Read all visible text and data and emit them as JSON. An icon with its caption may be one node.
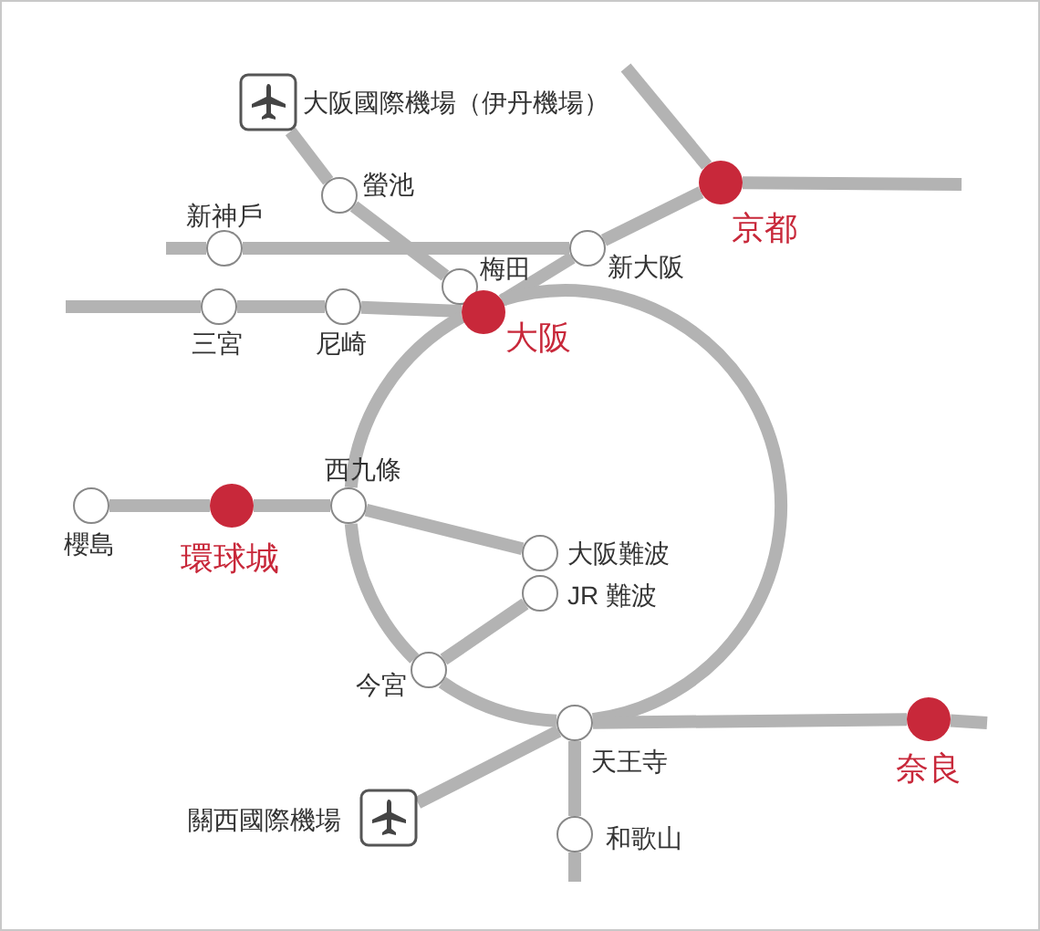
{
  "diagram": {
    "nodes": [
      {
        "text": [
          "大阪國際機場（伊丹機場）"
        ]
      },
      {
        "text": [
          "螢池"
        ]
      },
      {
        "text": [
          "新神戶"
        ]
      },
      {
        "text": [
          "新大阪"
        ]
      },
      {
        "text": [
          "京都"
        ]
      },
      {
        "text": [
          "梅田"
        ]
      },
      {
        "text": [
          "三宮"
        ]
      },
      {
        "text": [
          "尼崎"
        ]
      },
      {
        "text": [
          "大阪"
        ]
      },
      {
        "text": [
          "西九條"
        ]
      },
      {
        "text": [
          "櫻島"
        ]
      },
      {
        "text": [
          "環球城"
        ]
      },
      {
        "text": [
          "大阪難波"
        ]
      },
      {
        "text": [
          "JR 難波"
        ]
      },
      {
        "text": [
          "今宮"
        ]
      },
      {
        "text": [
          "天王寺"
        ]
      },
      {
        "text": [
          "奈良"
        ]
      },
      {
        "text": [
          "關西國際機場"
        ]
      },
      {
        "text": [
          "和歌山"
        ]
      }
    ],
    "edges": [
      {
        "from": 0,
        "to": 1,
        "arrow": "none"
      },
      {
        "from": 1,
        "to": 5,
        "arrow": "none"
      },
      {
        "from": null,
        "to": 2,
        "arrow": "none"
      },
      {
        "from": 2,
        "to": 3,
        "arrow": "none"
      },
      {
        "from": 3,
        "to": 4,
        "arrow": "none"
      },
      {
        "from": 4,
        "to": null,
        "arrow": "none"
      },
      {
        "from": 4,
        "to": null,
        "arrow": "none"
      },
      {
        "from": 8,
        "to": 3,
        "arrow": "none"
      },
      {
        "from": null,
        "to": 6,
        "arrow": "none"
      },
      {
        "from": 6,
        "to": 7,
        "arrow": "none"
      },
      {
        "from": 7,
        "to": 8,
        "arrow": "none"
      },
      {
        "from": 8,
        "to": 9,
        "arrow": "none"
      },
      {
        "from": 9,
        "to": 14,
        "arrow": "none"
      },
      {
        "from": 14,
        "to": 15,
        "arrow": "none"
      },
      {
        "from": 15,
        "to": 8,
        "arrow": "none"
      },
      {
        "from": 10,
        "to": 11,
        "arrow": "none"
      },
      {
        "from": 11,
        "to": 9,
        "arrow": "none"
      },
      {
        "from": 9,
        "to": 12,
        "arrow": "none"
      },
      {
        "from": 13,
        "to": 14,
        "arrow": "none"
      },
      {
        "from": 15,
        "to": 16,
        "arrow": "none"
      },
      {
        "from": 16,
        "to": null,
        "arrow": "none"
      },
      {
        "from": 15,
        "to": 17,
        "arrow": "none"
      },
      {
        "from": 15,
        "to": 18,
        "arrow": "none"
      },
      {
        "from": 18,
        "to": null,
        "arrow": "none"
      }
    ]
  }
}
